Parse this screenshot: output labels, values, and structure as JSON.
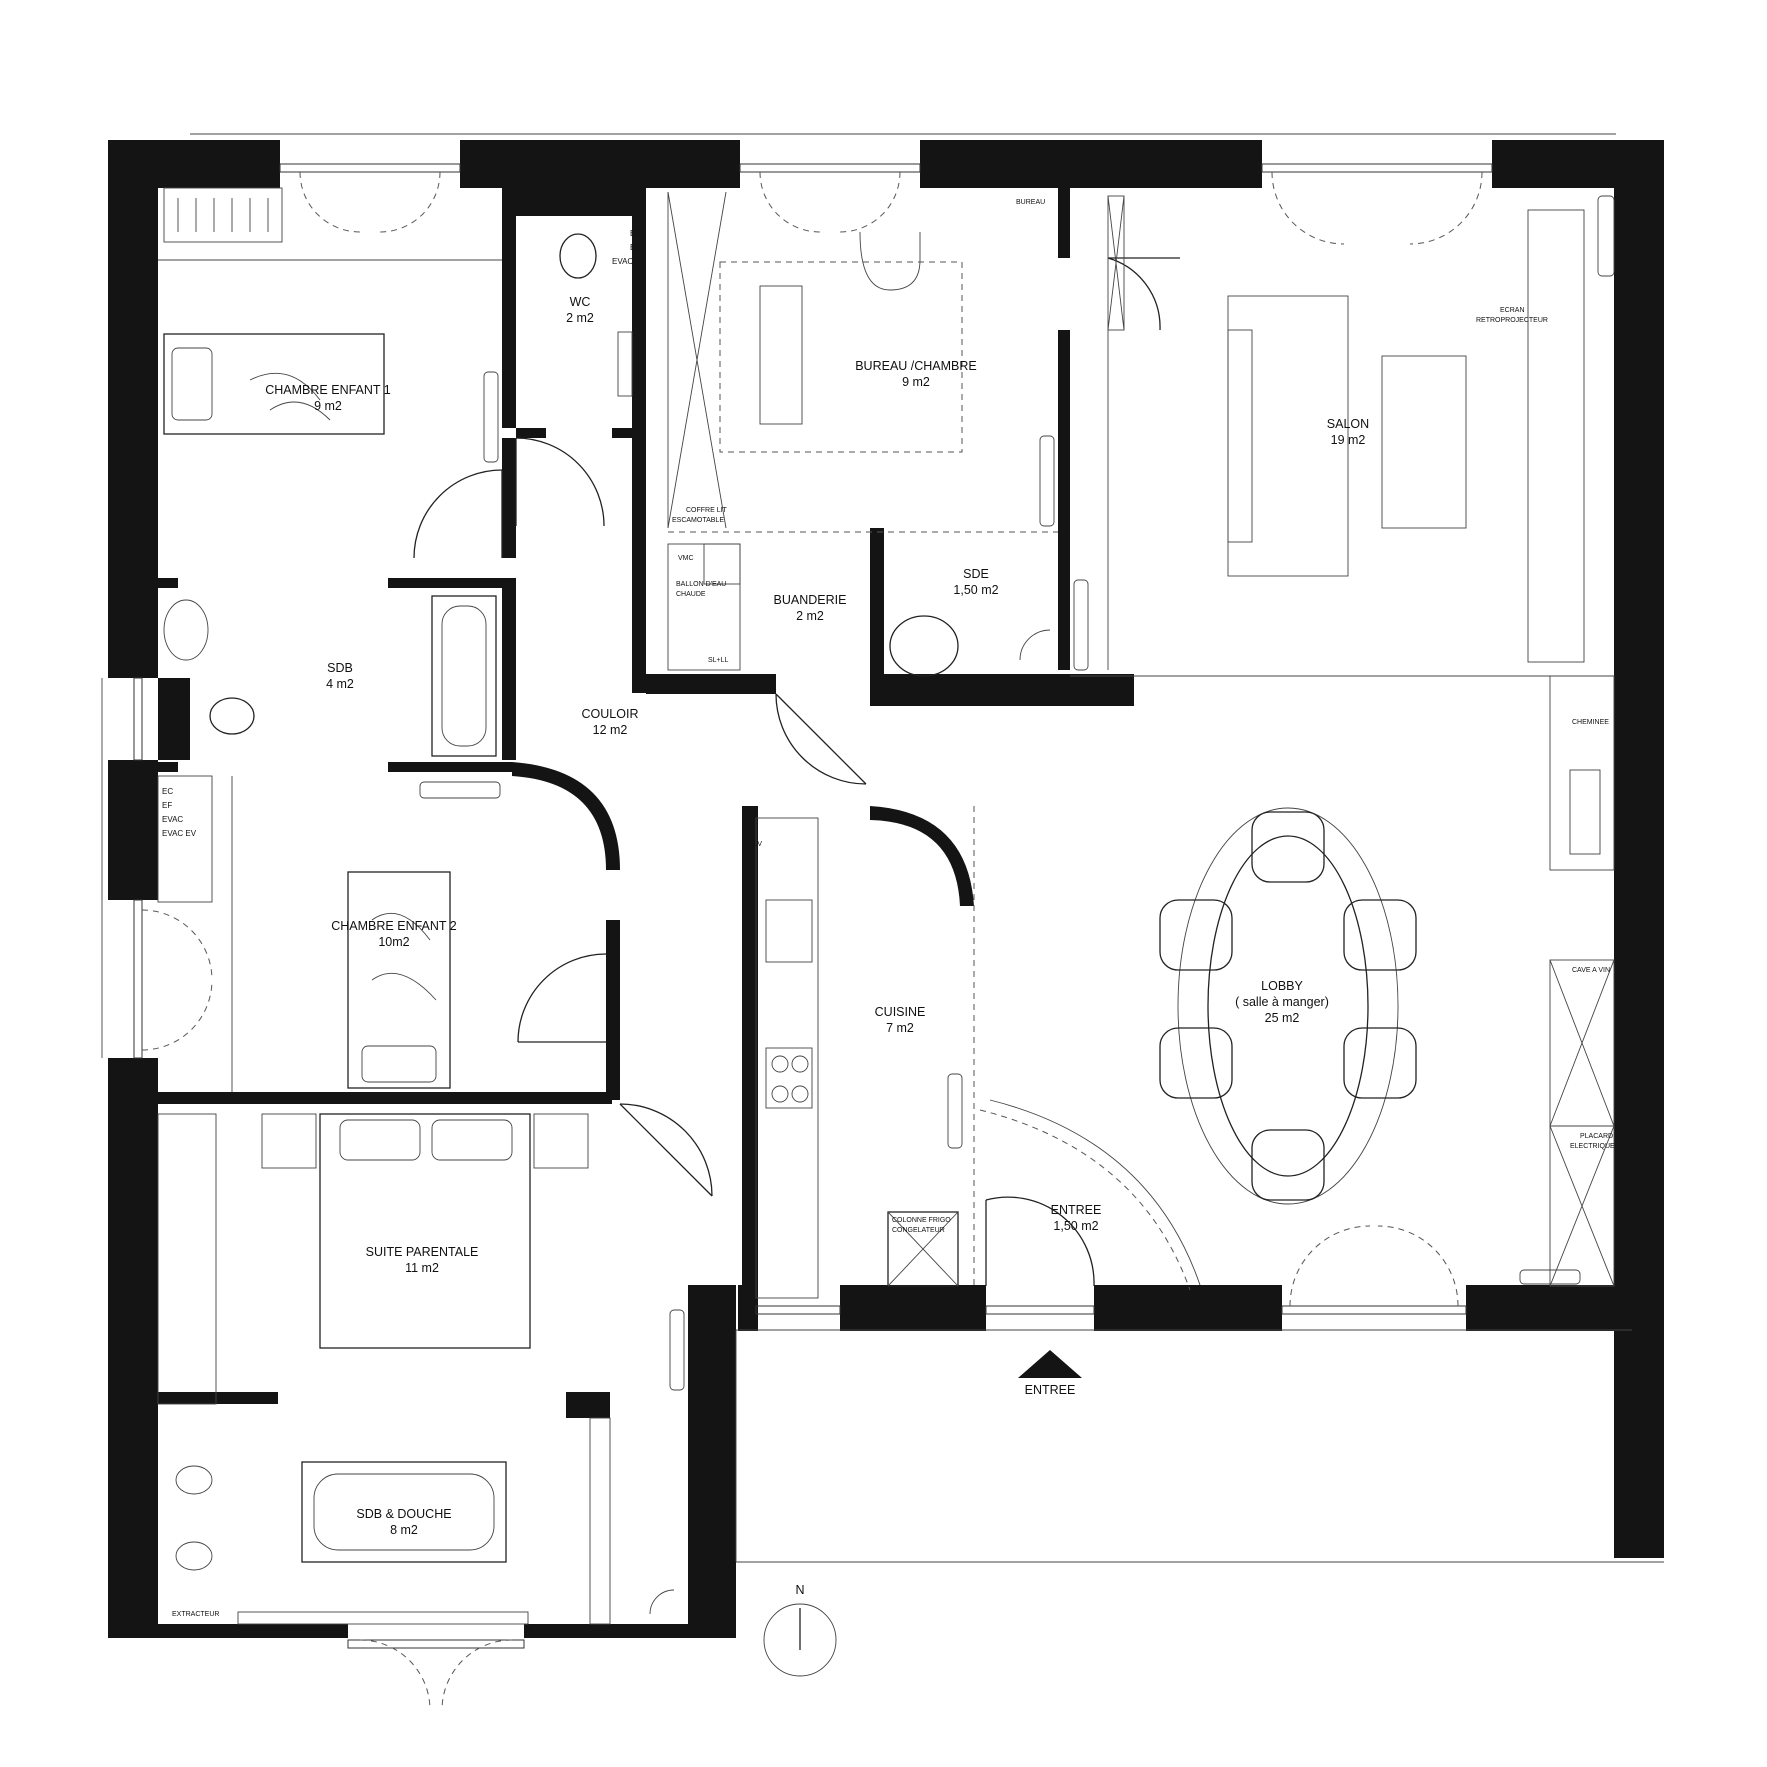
{
  "rooms": {
    "chambre1": {
      "name": "CHAMBRE ENFANT 1",
      "area": "9 m2"
    },
    "wc": {
      "name": "WC",
      "area": "2 m2"
    },
    "bureau": {
      "name": "BUREAU /CHAMBRE",
      "area": "9 m2"
    },
    "salon": {
      "name": "SALON",
      "area": "19 m2"
    },
    "sdb": {
      "name": "SDB",
      "area": "4 m2"
    },
    "buanderie": {
      "name": "BUANDERIE",
      "area": "2 m2"
    },
    "sde": {
      "name": "SDE",
      "area": "1,50 m2"
    },
    "couloir": {
      "name": "COULOIR",
      "area": "12 m2"
    },
    "chambre2": {
      "name": "CHAMBRE ENFANT 2",
      "area": "10m2"
    },
    "cuisine": {
      "name": "CUISINE",
      "area": "7 m2"
    },
    "lobby": {
      "name": "LOBBY",
      "subtitle": "( salle à manger)",
      "area": "25 m2"
    },
    "suite": {
      "name": "SUITE PARENTALE",
      "area": "11 m2"
    },
    "entree": {
      "name": "ENTREE",
      "area": "1,50 m2"
    },
    "sdb_douche": {
      "name": "SDB & DOUCHE",
      "area": "8 m2"
    }
  },
  "labels": {
    "bureau_top": "BUREAU",
    "ecran": "ECRAN",
    "retroprojecteur": "RETROPROJECTEUR",
    "coffre_lit": "COFFRE LIT",
    "escamotable": "ESCAMOTABLE",
    "vmc": "VMC",
    "ballon": "BALLON D'EAU",
    "chaude": "CHAUDE",
    "sl_ll": "SL+LL",
    "cheminee": "CHEMINEE",
    "cave_a_vin": "CAVE A VIN",
    "placard": "PLACARD",
    "electrique": "ELECTRIQUE",
    "lv": "LV",
    "colonne_frigo": "COLONNE FRIGO",
    "congelateur": "CONGELATEUR",
    "extracteur": "EXTRACTEUR",
    "ec_wc": [
      "EC",
      "EF",
      "EVAC"
    ],
    "ec_ch2": [
      "EC",
      "EF",
      "EVAC",
      "EVAC EV"
    ],
    "entrance": "ENTREE",
    "north": "N"
  }
}
